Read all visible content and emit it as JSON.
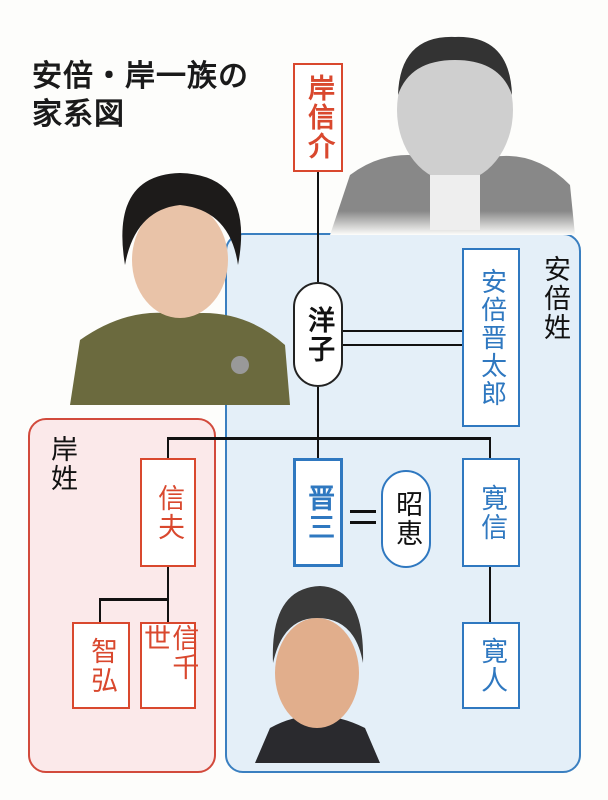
{
  "title": {
    "line1": "安倍・岸一族の",
    "line2": "家系図"
  },
  "regions": {
    "abe": "安倍姓",
    "kishi": "岸姓"
  },
  "people": {
    "kishi_nobusuke": "岸信介",
    "yoko": "洋子",
    "abe_shintaro": "安倍晋太郎",
    "shinzo": "晋三",
    "akie": "昭恵",
    "hironobu": "寛信",
    "hiroto": "寛人",
    "nobuo": "信夫",
    "tomohiro": "智弘",
    "nobuchiyo": "信千世"
  },
  "colors": {
    "abe_blue": "#2f78c0",
    "kishi_red": "#d9482e",
    "abe_bg": "#e4eff8",
    "kishi_bg": "#fbe9ea"
  }
}
